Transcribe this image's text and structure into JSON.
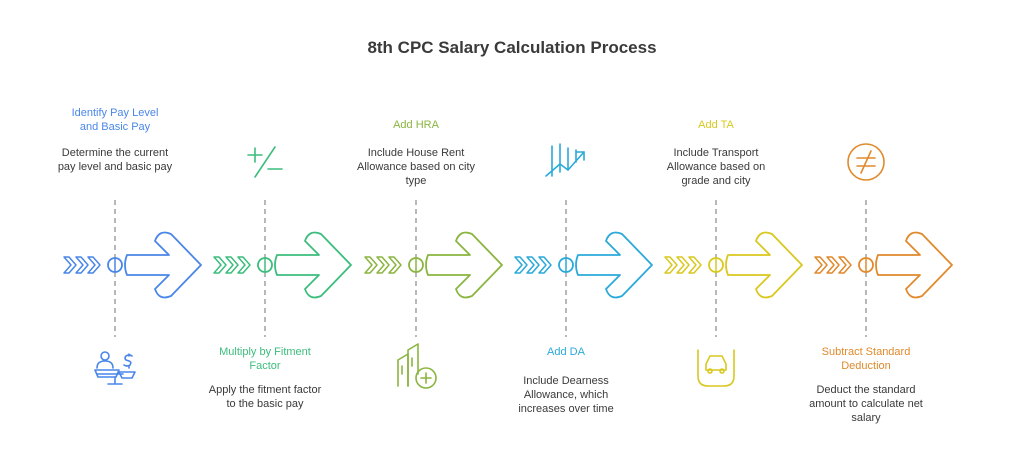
{
  "title": "8th CPC Salary Calculation Process",
  "steps": [
    {
      "heading": "Identify Pay Level and Basic Pay",
      "description": "Determine the current pay level and basic pay",
      "color": "#4a86e8",
      "icon": "scale-money-icon",
      "position": "top"
    },
    {
      "heading": "Multiply by Fitment Factor",
      "description": "Apply the fitment factor to the basic pay",
      "color": "#3dbd7d",
      "icon": "plus-slash-minus-icon",
      "position": "bottom"
    },
    {
      "heading": "Add HRA",
      "description": "Include House Rent Allowance based on city type",
      "color": "#8ab53f",
      "icon": "building-plus-icon",
      "position": "top"
    },
    {
      "heading": "Add DA",
      "description": "Include Dearness Allowance, which increases over time",
      "color": "#2ba9d9",
      "icon": "growth-chart-icon",
      "position": "bottom"
    },
    {
      "heading": "Add TA",
      "description": "Include Transport Allowance based on grade and city",
      "color": "#d9c81f",
      "icon": "car-icon",
      "position": "top"
    },
    {
      "heading": "Subtract Standard Deduction",
      "description": "Deduct the standard amount to calculate net salary",
      "color": "#e08a2c",
      "icon": "not-equal-icon",
      "position": "bottom"
    }
  ]
}
